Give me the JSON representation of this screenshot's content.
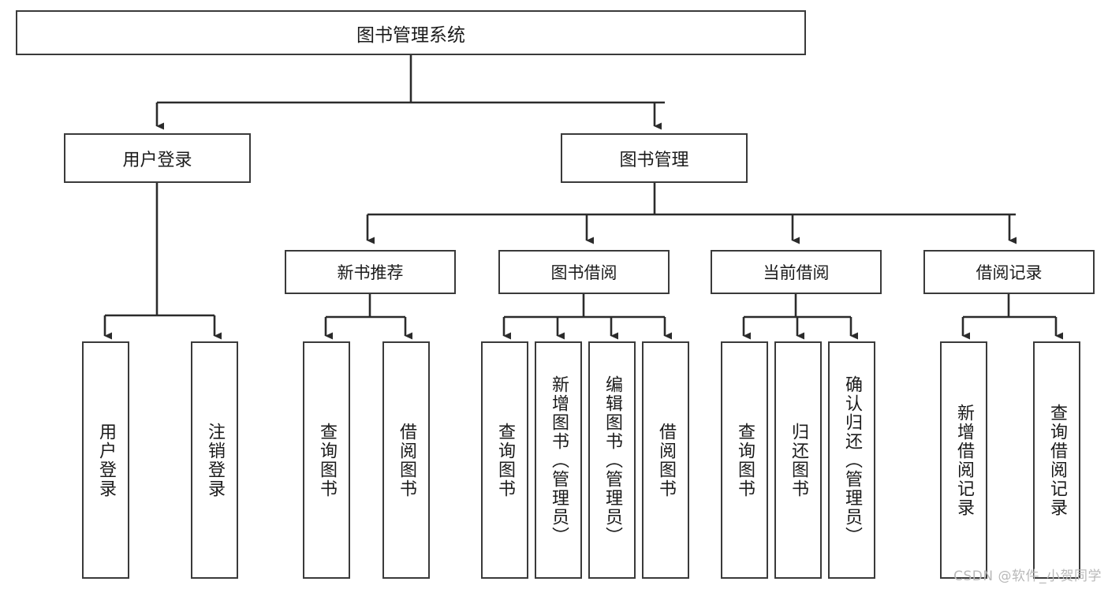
{
  "diagram": {
    "title": "图书管理系统",
    "type": "tree-hierarchy-diagram",
    "colors": {
      "box_border": "#3a3a3a",
      "box_fill": "#ffffff",
      "edge": "#2b2b2b",
      "text": "#1b1b1b",
      "watermark": "#b9b9b9",
      "background": "#ffffff"
    },
    "root": {
      "label": "图书管理系统"
    },
    "level1": [
      {
        "label": "用户登录"
      },
      {
        "label": "图书管理"
      }
    ],
    "level2": [
      {
        "label": "新书推荐"
      },
      {
        "label": "图书借阅"
      },
      {
        "label": "当前借阅"
      },
      {
        "label": "借阅记录"
      }
    ],
    "leaves": {
      "user_login": [
        {
          "label": "用户登录"
        },
        {
          "label": "注销登录"
        }
      ],
      "new_book_recommend": [
        {
          "label": "查询图书"
        },
        {
          "label": "借阅图书"
        }
      ],
      "book_borrow": [
        {
          "label": "查询图书"
        },
        {
          "label": "新增图书（管理员）"
        },
        {
          "label": "编辑图书（管理员）"
        },
        {
          "label": "借阅图书"
        }
      ],
      "current_borrow": [
        {
          "label": "查询图书"
        },
        {
          "label": "归还图书"
        },
        {
          "label": "确认归还（管理员）"
        }
      ],
      "borrow_record": [
        {
          "label": "新增借阅记录"
        },
        {
          "label": "查询借阅记录"
        }
      ]
    }
  },
  "watermark": {
    "text": "CSDN @软件_小贺同学"
  }
}
